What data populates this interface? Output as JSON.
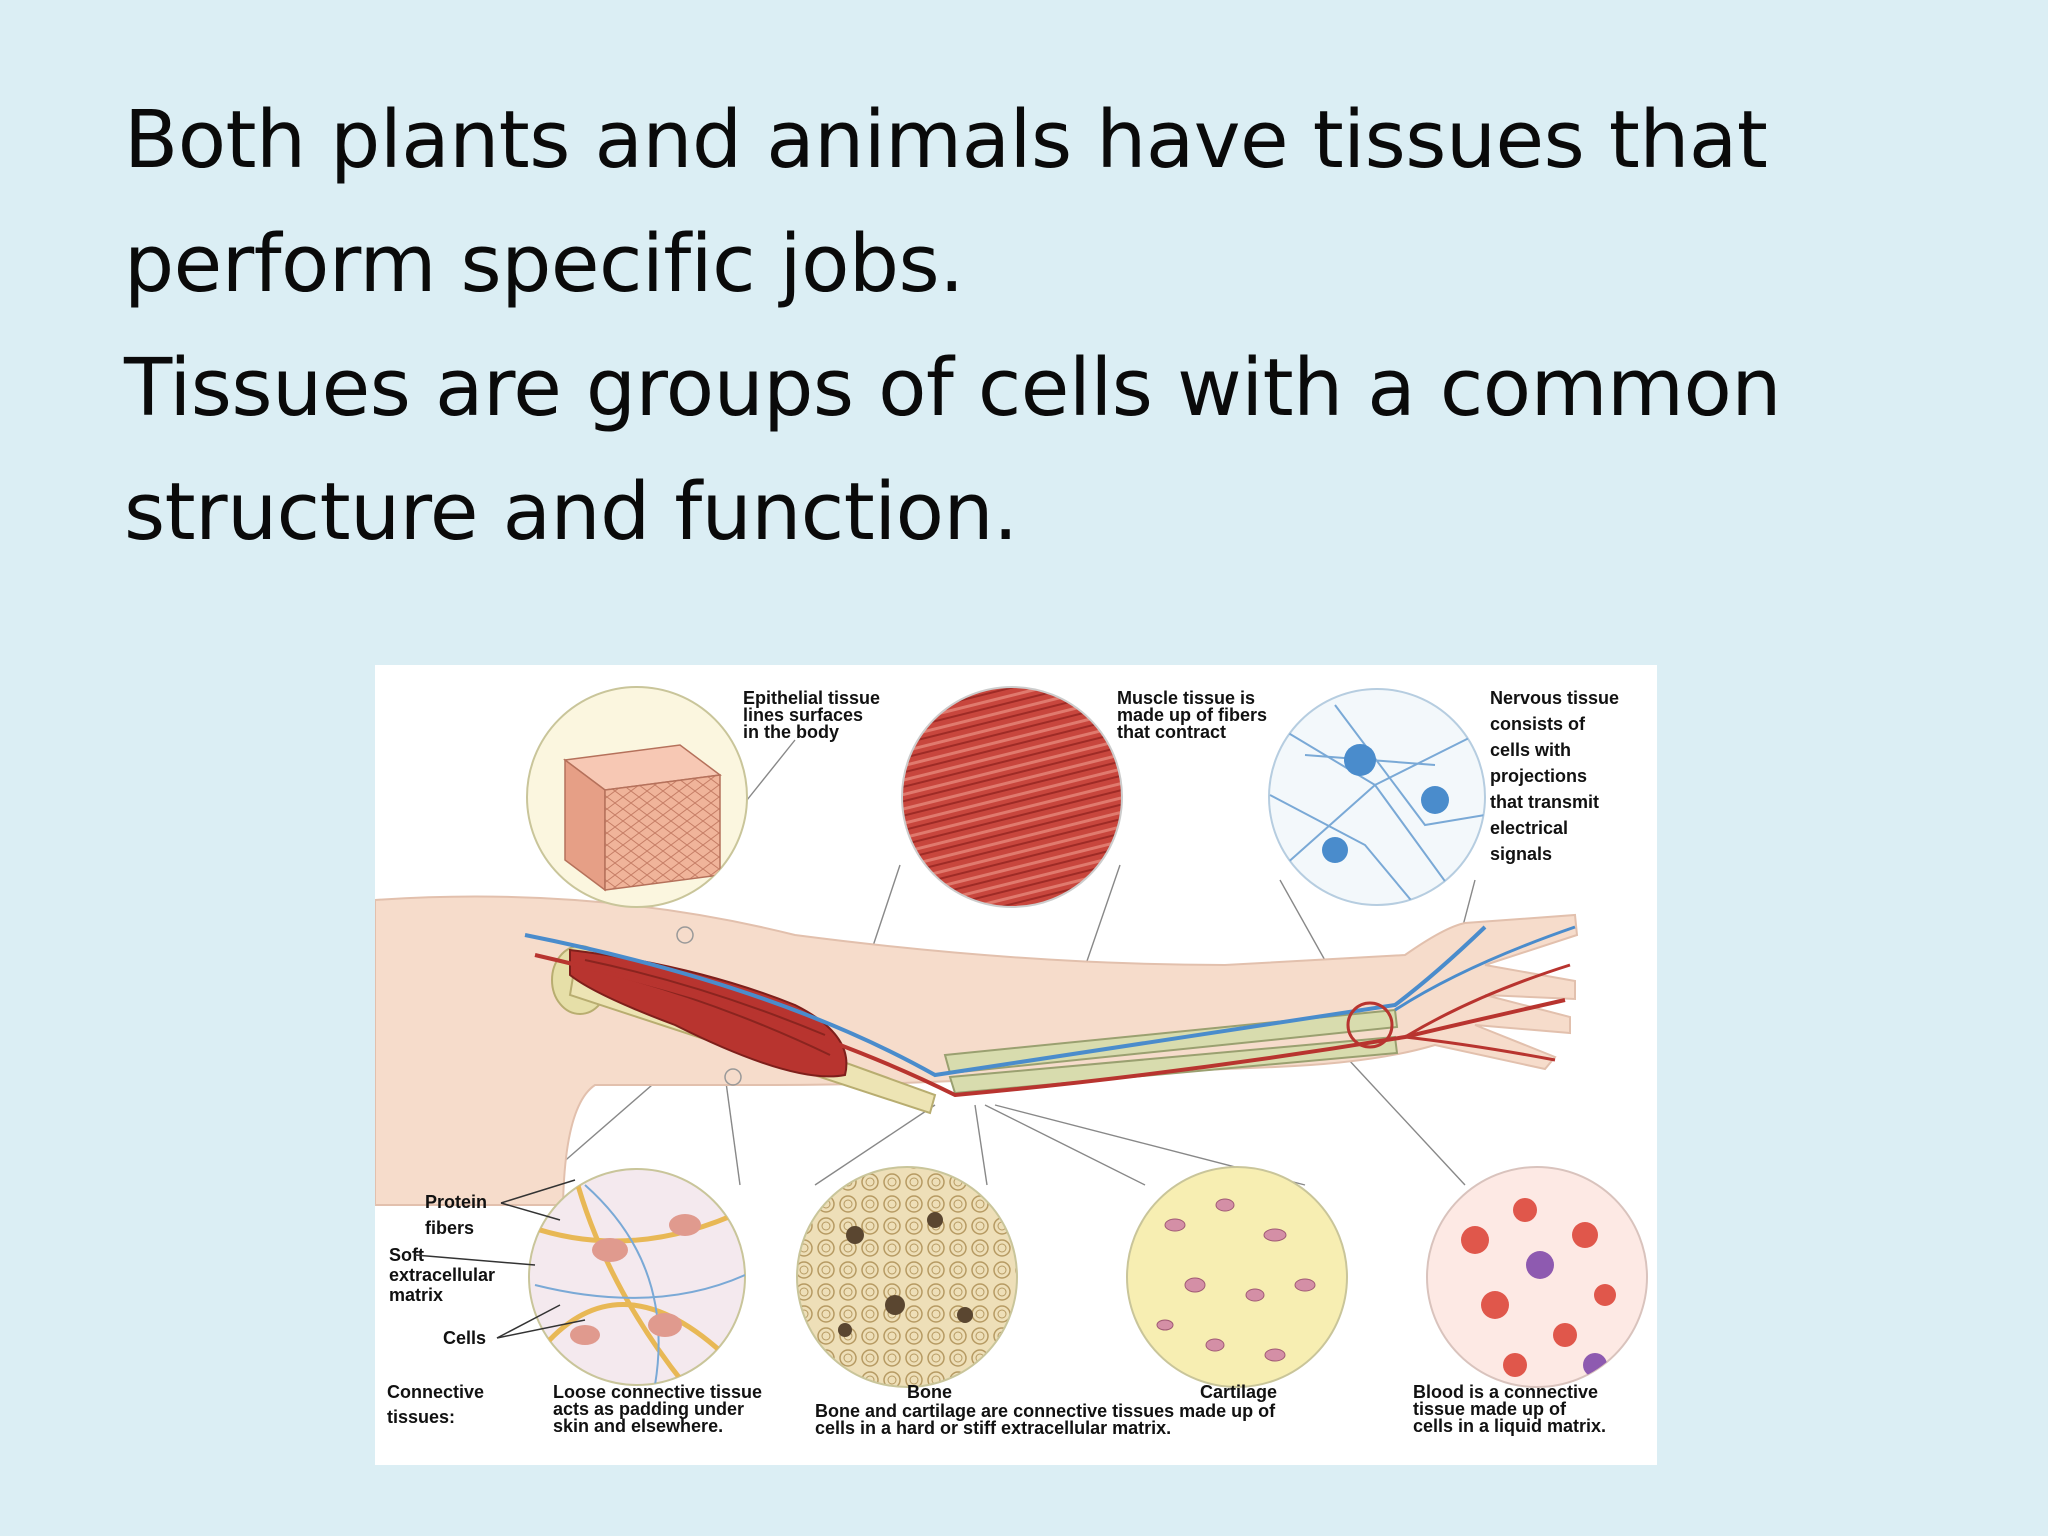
{
  "slide": {
    "line1": "Both plants and animals have tissues that",
    "line2": "perform specific jobs.",
    "line3": "Tissues are groups of cells with a common",
    "line4": "structure and function."
  },
  "figure": {
    "epithelial": [
      "Epithelial tissue",
      "lines surfaces",
      "in the body"
    ],
    "muscle": [
      "Muscle tissue is",
      "made up of fibers",
      "that contract"
    ],
    "nervous": [
      "Nervous tissue",
      "consists of",
      "cells with",
      "projections",
      "that transmit",
      "electrical",
      "signals"
    ],
    "protein_fibers": [
      "Protein",
      "fibers"
    ],
    "soft_matrix": [
      "Soft",
      "extracellular",
      "matrix"
    ],
    "cells": "Cells",
    "connective": [
      "Connective",
      "tissues:"
    ],
    "loose": [
      "Loose connective tissue",
      "acts as padding under",
      "skin and elsewhere."
    ],
    "bone": "Bone",
    "cartilage": "Cartilage",
    "bone_cartilage": [
      "Bone and cartilage are connective tissues made up of",
      "cells in a hard or stiff extracellular matrix."
    ],
    "blood": [
      "Blood is a connective",
      "tissue made up of",
      "cells in a liquid matrix."
    ]
  },
  "colors": {
    "background": "#dbeef4",
    "muscle": "#b8342f",
    "nerve": "#4a8ccc",
    "skin": "#f6dccb"
  }
}
